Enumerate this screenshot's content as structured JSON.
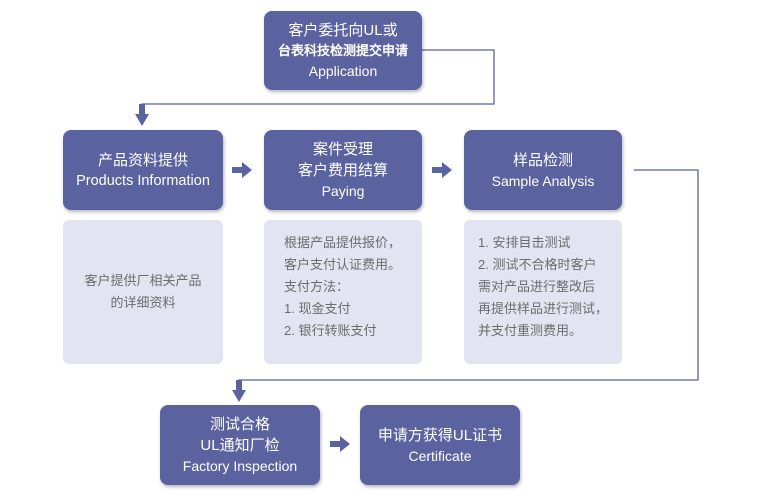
{
  "colors": {
    "box_fill": "#5b62a0",
    "note_fill": "#e2e4f1",
    "connector": "#5b62a0",
    "note_text": "#6c6c6c"
  },
  "step_application": {
    "line1": "客户委托向UL或",
    "line2": "台表科技检测提交申请",
    "en": "Application"
  },
  "step_products": {
    "line1": "产品资料提供",
    "en": "Products Information"
  },
  "step_paying": {
    "line1": "案件受理",
    "line2": "客户费用结算",
    "en": "Paying"
  },
  "step_sample": {
    "line1": "样品检测",
    "en": "Sample Analysis"
  },
  "step_inspection": {
    "line1": "测试合格",
    "line2": "UL通知厂检",
    "en": "Factory Inspection"
  },
  "step_certificate": {
    "line1": "申请方获得UL证书",
    "en": "Certificate"
  },
  "note_products": [
    "客户提供厂相关产品",
    "的详细资料"
  ],
  "note_paying": [
    "根据产品提供报价，",
    "客户支付认证费用。",
    "支付方法：",
    "1. 现金支付",
    "2. 银行转账支付"
  ],
  "note_sample": [
    "1. 安排目击测试",
    "2. 测试不合格时客户",
    "需对产品进行整改后",
    "再提供样品进行测试，",
    "并支付重测费用。"
  ],
  "icons": {
    "flow_arrow": "right-arrow-icon",
    "down_arrow": "down-arrow-icon"
  }
}
